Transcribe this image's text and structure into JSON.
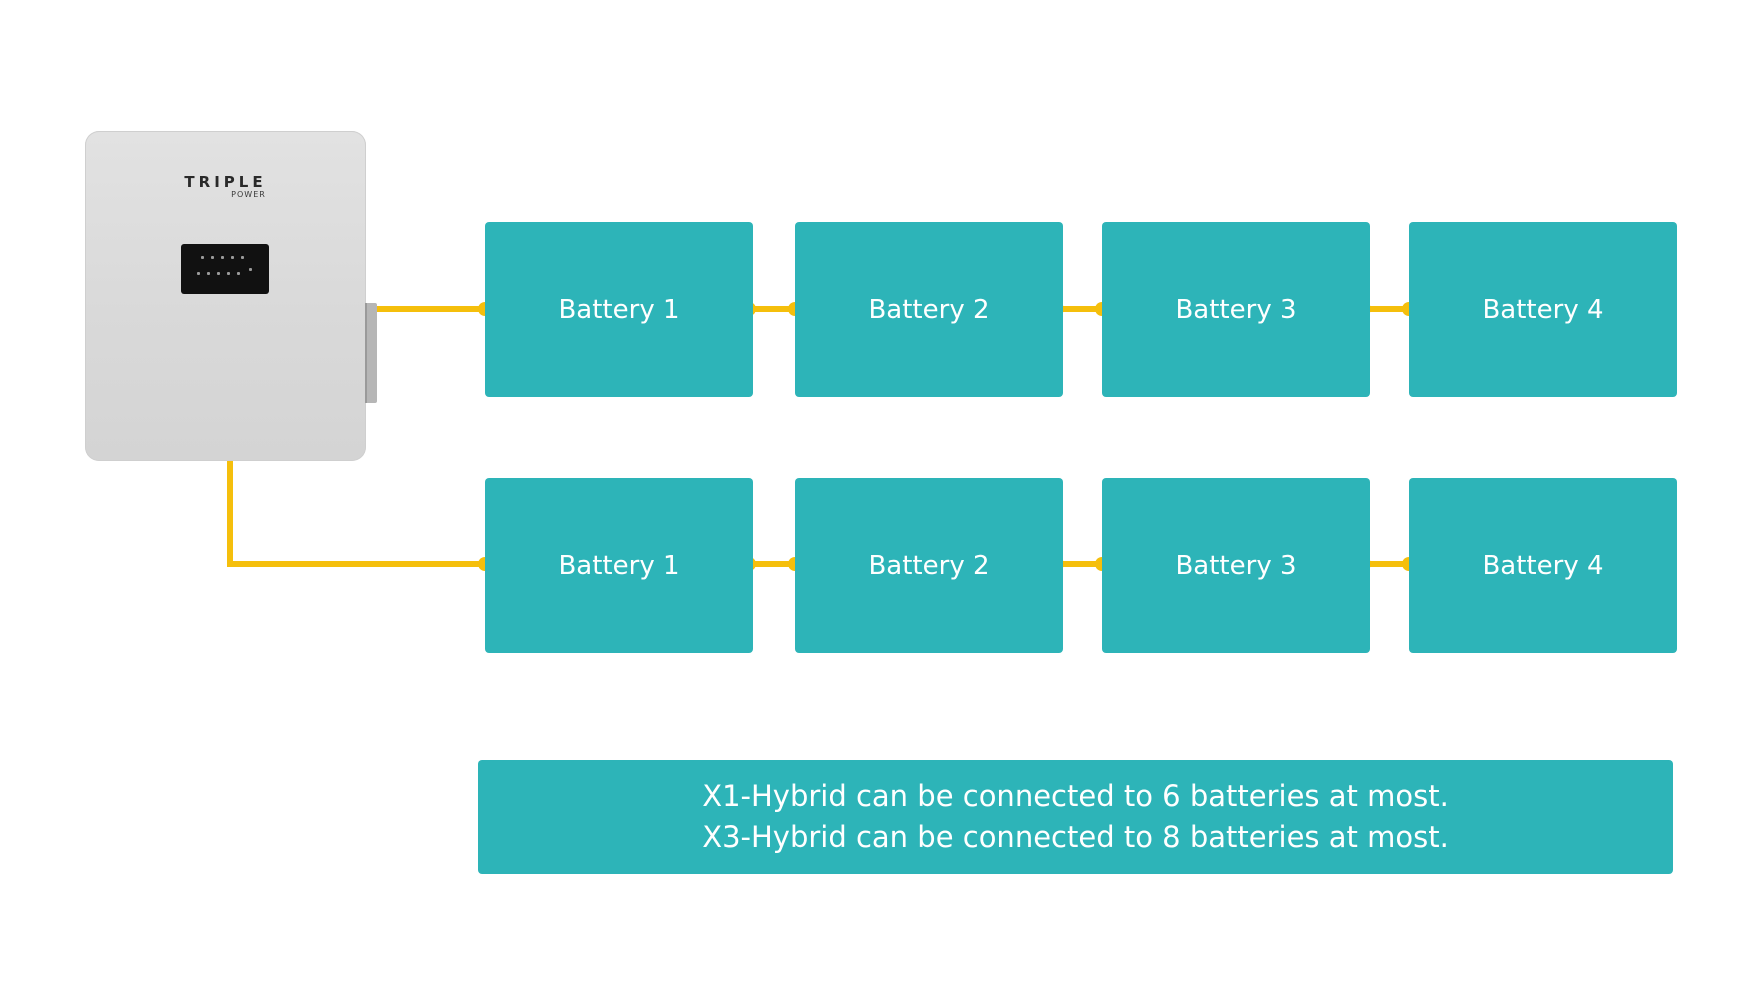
{
  "inverter": {
    "brand": "TRIPLE",
    "brand_sub": "POWER"
  },
  "rows": [
    {
      "batteries": [
        {
          "label": "Battery 1"
        },
        {
          "label": "Battery 2"
        },
        {
          "label": "Battery 3"
        },
        {
          "label": "Battery 4"
        }
      ]
    },
    {
      "batteries": [
        {
          "label": "Battery 1"
        },
        {
          "label": "Battery 2"
        },
        {
          "label": "Battery 3"
        },
        {
          "label": "Battery 4"
        }
      ]
    }
  ],
  "note": {
    "line1": "X1-Hybrid can be connected to 6 batteries at most.",
    "line2": "X3-Hybrid can be connected to 8 batteries at most."
  },
  "colors": {
    "battery": "#2db4b8",
    "wire": "#f5bf0c",
    "inverter": "#dcdcdc"
  }
}
